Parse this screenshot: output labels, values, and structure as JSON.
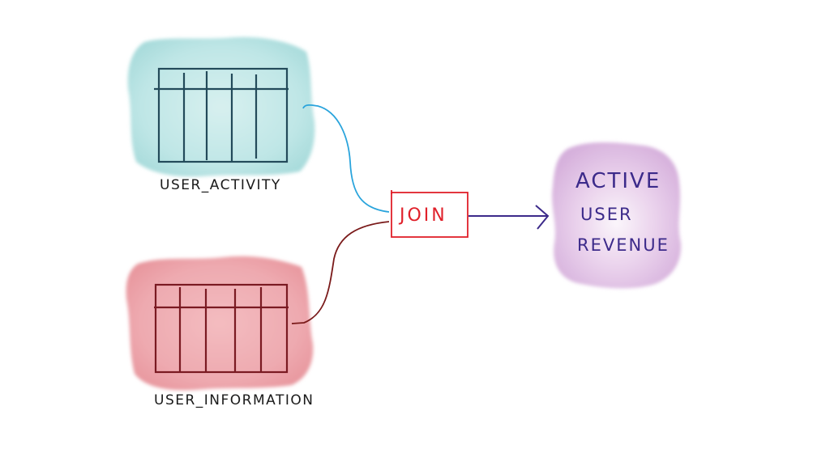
{
  "diagram": {
    "type": "data-flow",
    "nodes": [
      {
        "id": "user_activity",
        "kind": "table",
        "label": "USER_ACTIVITY",
        "columns": 5,
        "fill_color": "#bfe6e6",
        "stroke_color": "#234a5a"
      },
      {
        "id": "user_information",
        "kind": "table",
        "label": "USER_INFORMATION",
        "columns": 5,
        "fill_color": "#eeaab0",
        "stroke_color": "#7a1a22"
      },
      {
        "id": "join",
        "kind": "operation",
        "label": "JOIN",
        "color": "#e0202a"
      },
      {
        "id": "output",
        "kind": "result",
        "lines": [
          "ACTIVE",
          "USER",
          "REVENUE"
        ],
        "fill_color": "#e2c6e6",
        "text_color": "#3c2a8a"
      }
    ],
    "edges": [
      {
        "from": "user_activity",
        "to": "join",
        "color": "#2aa4dc",
        "arrow": false
      },
      {
        "from": "user_information",
        "to": "join",
        "color": "#7a1a1a",
        "arrow": false
      },
      {
        "from": "join",
        "to": "output",
        "color": "#3c2a8a",
        "arrow": true
      }
    ]
  }
}
